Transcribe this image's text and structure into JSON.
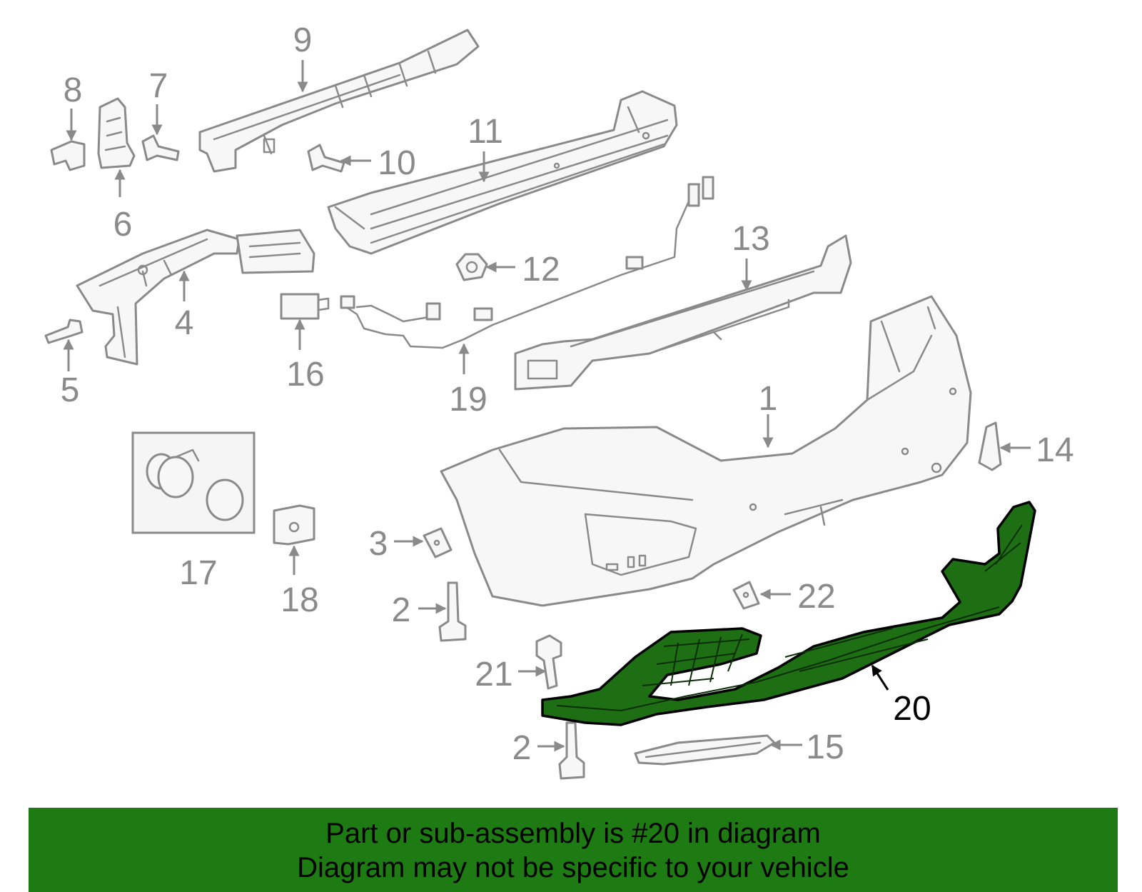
{
  "callouts": {
    "c1": "1",
    "c2a": "2",
    "c2b": "2",
    "c3": "3",
    "c4": "4",
    "c5": "5",
    "c6": "6",
    "c7": "7",
    "c8": "8",
    "c9": "9",
    "c10": "10",
    "c11": "11",
    "c12": "12",
    "c13": "13",
    "c14": "14",
    "c15": "15",
    "c16": "16",
    "c17": "17",
    "c18": "18",
    "c19": "19",
    "c20": "20",
    "c21": "21",
    "c22": "22"
  },
  "highlighted_part": "20",
  "banner": {
    "line1": "Part or sub-assembly is #20 in diagram",
    "line2": "Diagram may not be specific to your vehicle"
  },
  "colors": {
    "highlight": "#1e6e14",
    "banner": "#1e7a12",
    "line_art": "#8a8a8a"
  }
}
